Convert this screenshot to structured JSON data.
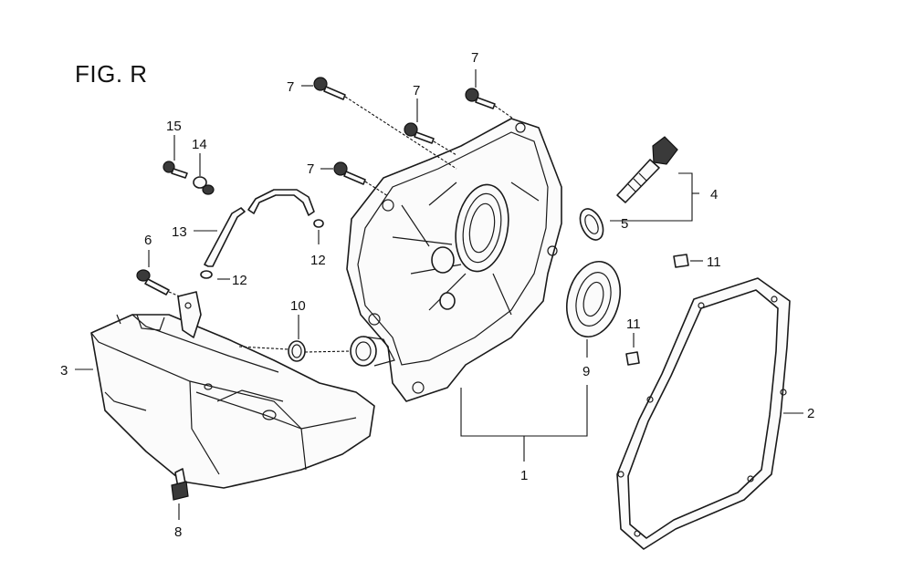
{
  "figure": {
    "title": "FIG. R"
  },
  "callouts": {
    "c1": "1",
    "c2": "2",
    "c3": "3",
    "c4": "4",
    "c5": "5",
    "c6": "6",
    "c7a": "7",
    "c7b": "7",
    "c7c": "7",
    "c7d": "7",
    "c8": "8",
    "c9": "9",
    "c10": "10",
    "c11a": "11",
    "c11b": "11",
    "c12a": "12",
    "c12b": "12",
    "c13": "13",
    "c14": "14",
    "c15": "15"
  }
}
